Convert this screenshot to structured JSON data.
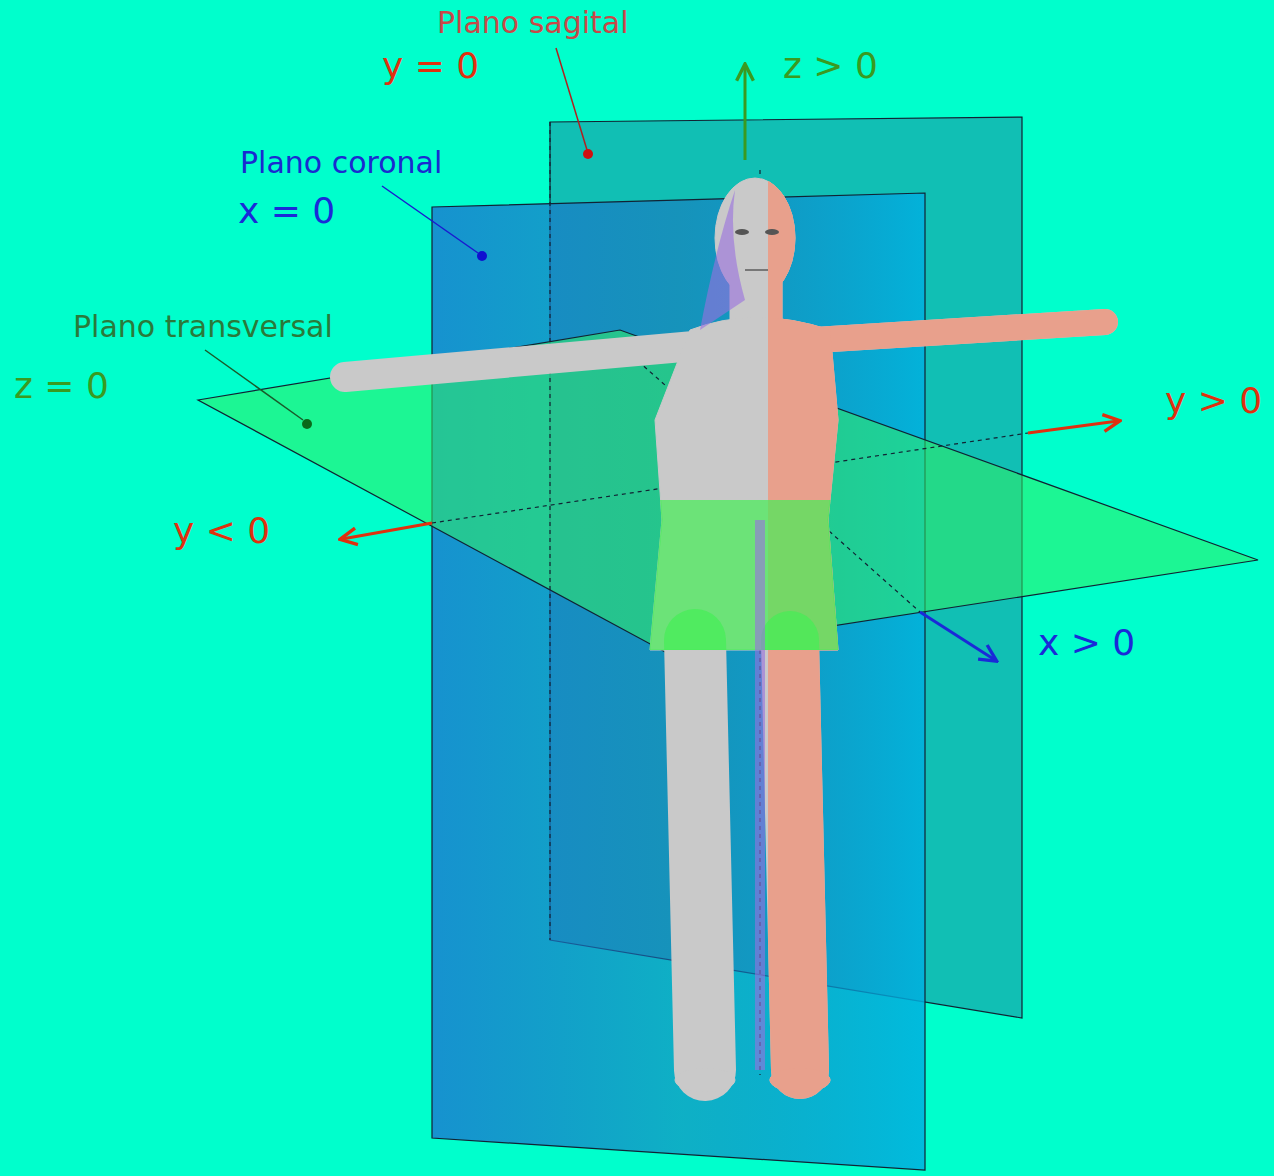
{
  "diagram": {
    "labels": [
      "Plano sagital",
      "y = 0",
      "z > 0",
      "Plano coronal",
      "x = 0",
      "Plano transversal",
      "z = 0",
      "y > 0",
      "y < 0",
      "x > 0"
    ]
  }
}
